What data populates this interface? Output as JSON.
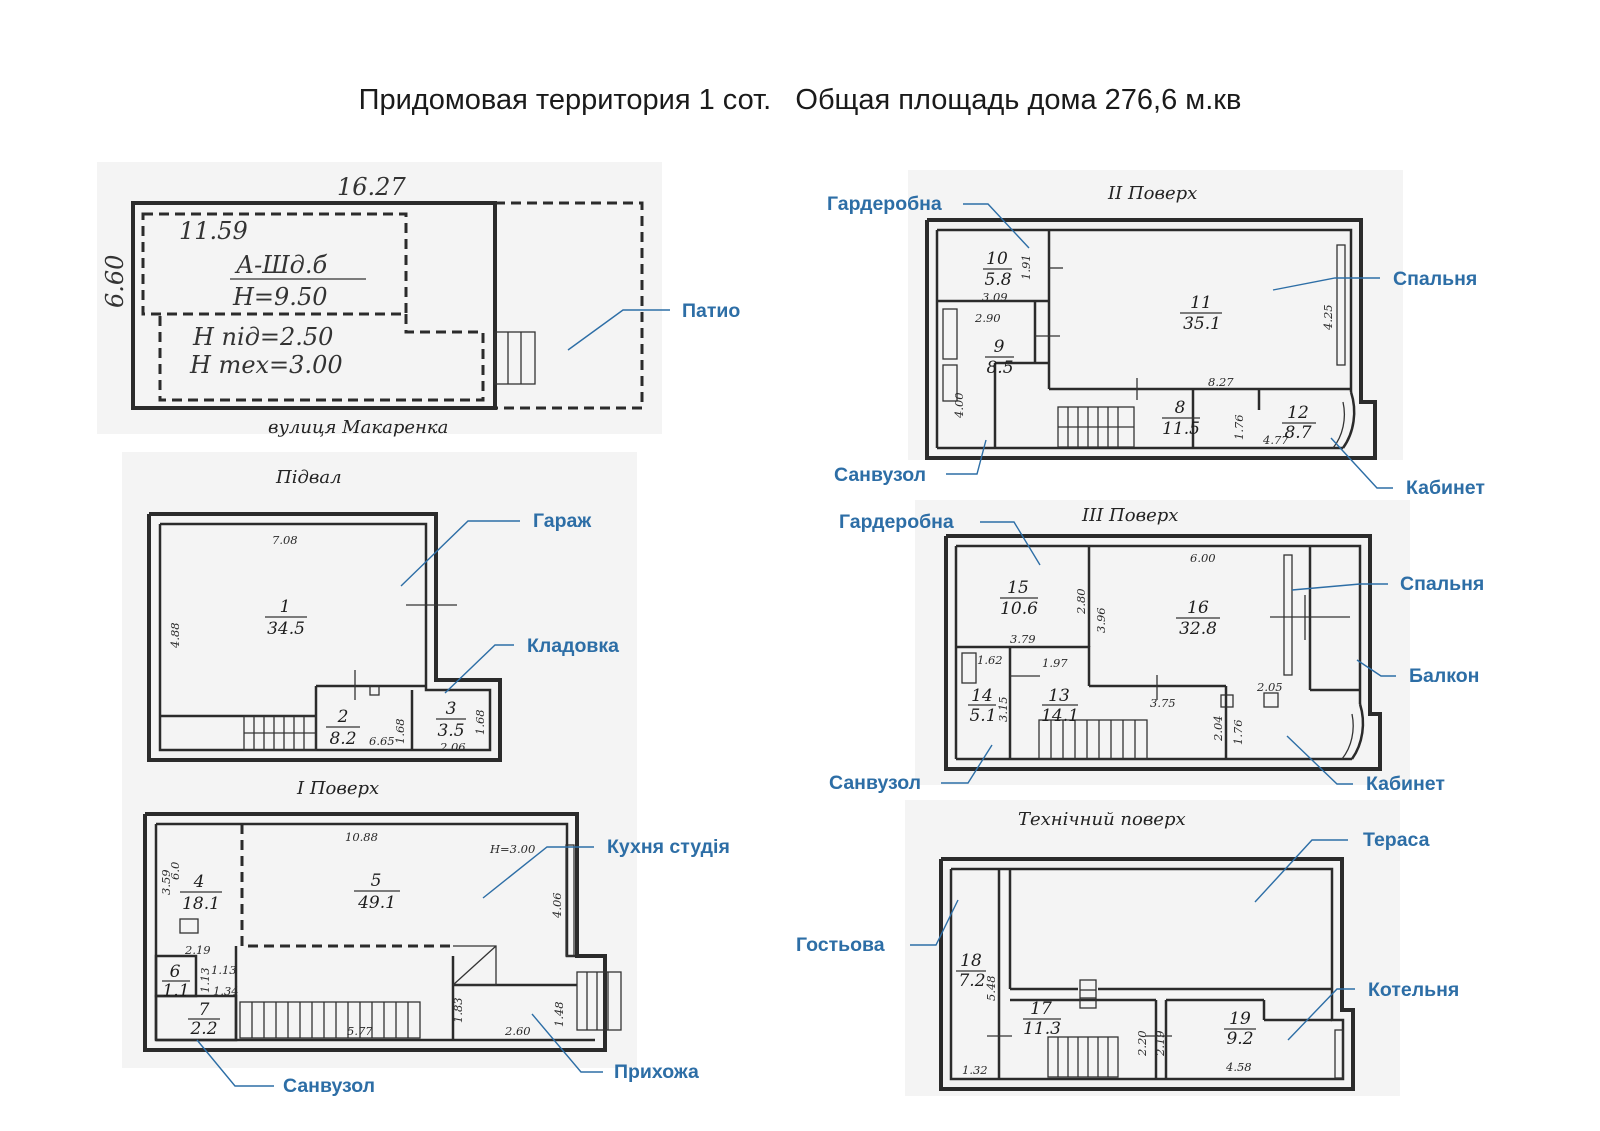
{
  "title": "Придомовая территория 1 сот.   Общая площадь дома 276,6 м.кв",
  "colors": {
    "callout": "#2d6ea6",
    "lines": "#2b2b2b"
  },
  "site": {
    "width": "16.27",
    "depth": "6.60",
    "inner": "11.59",
    "mark": "А-Шд.б",
    "height": "Н=9.50",
    "h1": "Н під=2.50",
    "h2": "Н тех=3.00",
    "street": "вулиця Макаренка"
  },
  "floors": {
    "basement": {
      "title": "Підвал",
      "dims": [
        "7.08",
        "4.88",
        "1.68",
        "6.65",
        "1.68",
        "2.06"
      ],
      "rooms": [
        {
          "num": "1",
          "area": "34.5"
        },
        {
          "num": "2",
          "area": "8.2"
        },
        {
          "num": "3",
          "area": "3.5"
        }
      ]
    },
    "first": {
      "title": "І Поверх",
      "dims": [
        "10.88",
        "Н=3.00",
        "3.59",
        "4.06",
        "2.19",
        "1.13",
        "1.13",
        "1.34",
        "1.83",
        "1.48",
        "2.60",
        "5.77",
        "6.0"
      ],
      "rooms": [
        {
          "num": "4",
          "area": "18.1"
        },
        {
          "num": "5",
          "area": "49.1"
        },
        {
          "num": "6",
          "area": "1.1"
        },
        {
          "num": "7",
          "area": "2.2"
        }
      ]
    },
    "second": {
      "title": "ІІ Поверх",
      "dims": [
        "1.91",
        "3.09",
        "2.90",
        "4.25",
        "8.27",
        "4.00",
        "1.76",
        "4.77"
      ],
      "rooms": [
        {
          "num": "10",
          "area": "5.8"
        },
        {
          "num": "11",
          "area": "35.1"
        },
        {
          "num": "9",
          "area": "8.5"
        },
        {
          "num": "8",
          "area": "11.5"
        },
        {
          "num": "12",
          "area": "8.7"
        }
      ]
    },
    "third": {
      "title": "ІІІ Поверх",
      "dims": [
        "6.00",
        "2.80",
        "3.96",
        "3.79",
        "1.62",
        "1.97",
        "3.15",
        "3.75",
        "2.05",
        "2.04",
        "1.76"
      ],
      "rooms": [
        {
          "num": "15",
          "area": "10.6"
        },
        {
          "num": "16",
          "area": "32.8"
        },
        {
          "num": "14",
          "area": "5.1"
        },
        {
          "num": "13",
          "area": "14.1"
        }
      ]
    },
    "technical": {
      "title": "Технічний поверх",
      "dims": [
        "5.48",
        "1.32",
        "2.20",
        "2.19",
        "4.58"
      ],
      "rooms": [
        {
          "num": "18",
          "area": "7.2"
        },
        {
          "num": "17",
          "area": "11.3"
        },
        {
          "num": "19",
          "area": "9.2"
        }
      ]
    }
  },
  "callouts": {
    "patio": "Патио",
    "garage": "Гараж",
    "storage": "Кладовка",
    "kitchen": "Кухня студія",
    "hall": "Прихожа",
    "bath_1": "Санвузол",
    "wardrobe_2": "Гардеробна",
    "bedroom_2": "Спальня",
    "bath_2": "Санвузол",
    "office_2": "Кабинет",
    "wardrobe_3": "Гардеробна",
    "bedroom_3": "Спальня",
    "balcony_3": "Балкон",
    "bath_3": "Санвузол",
    "office_3": "Кабинет",
    "terrace": "Тераса",
    "guest": "Гостьова",
    "boiler": "Котельня"
  }
}
